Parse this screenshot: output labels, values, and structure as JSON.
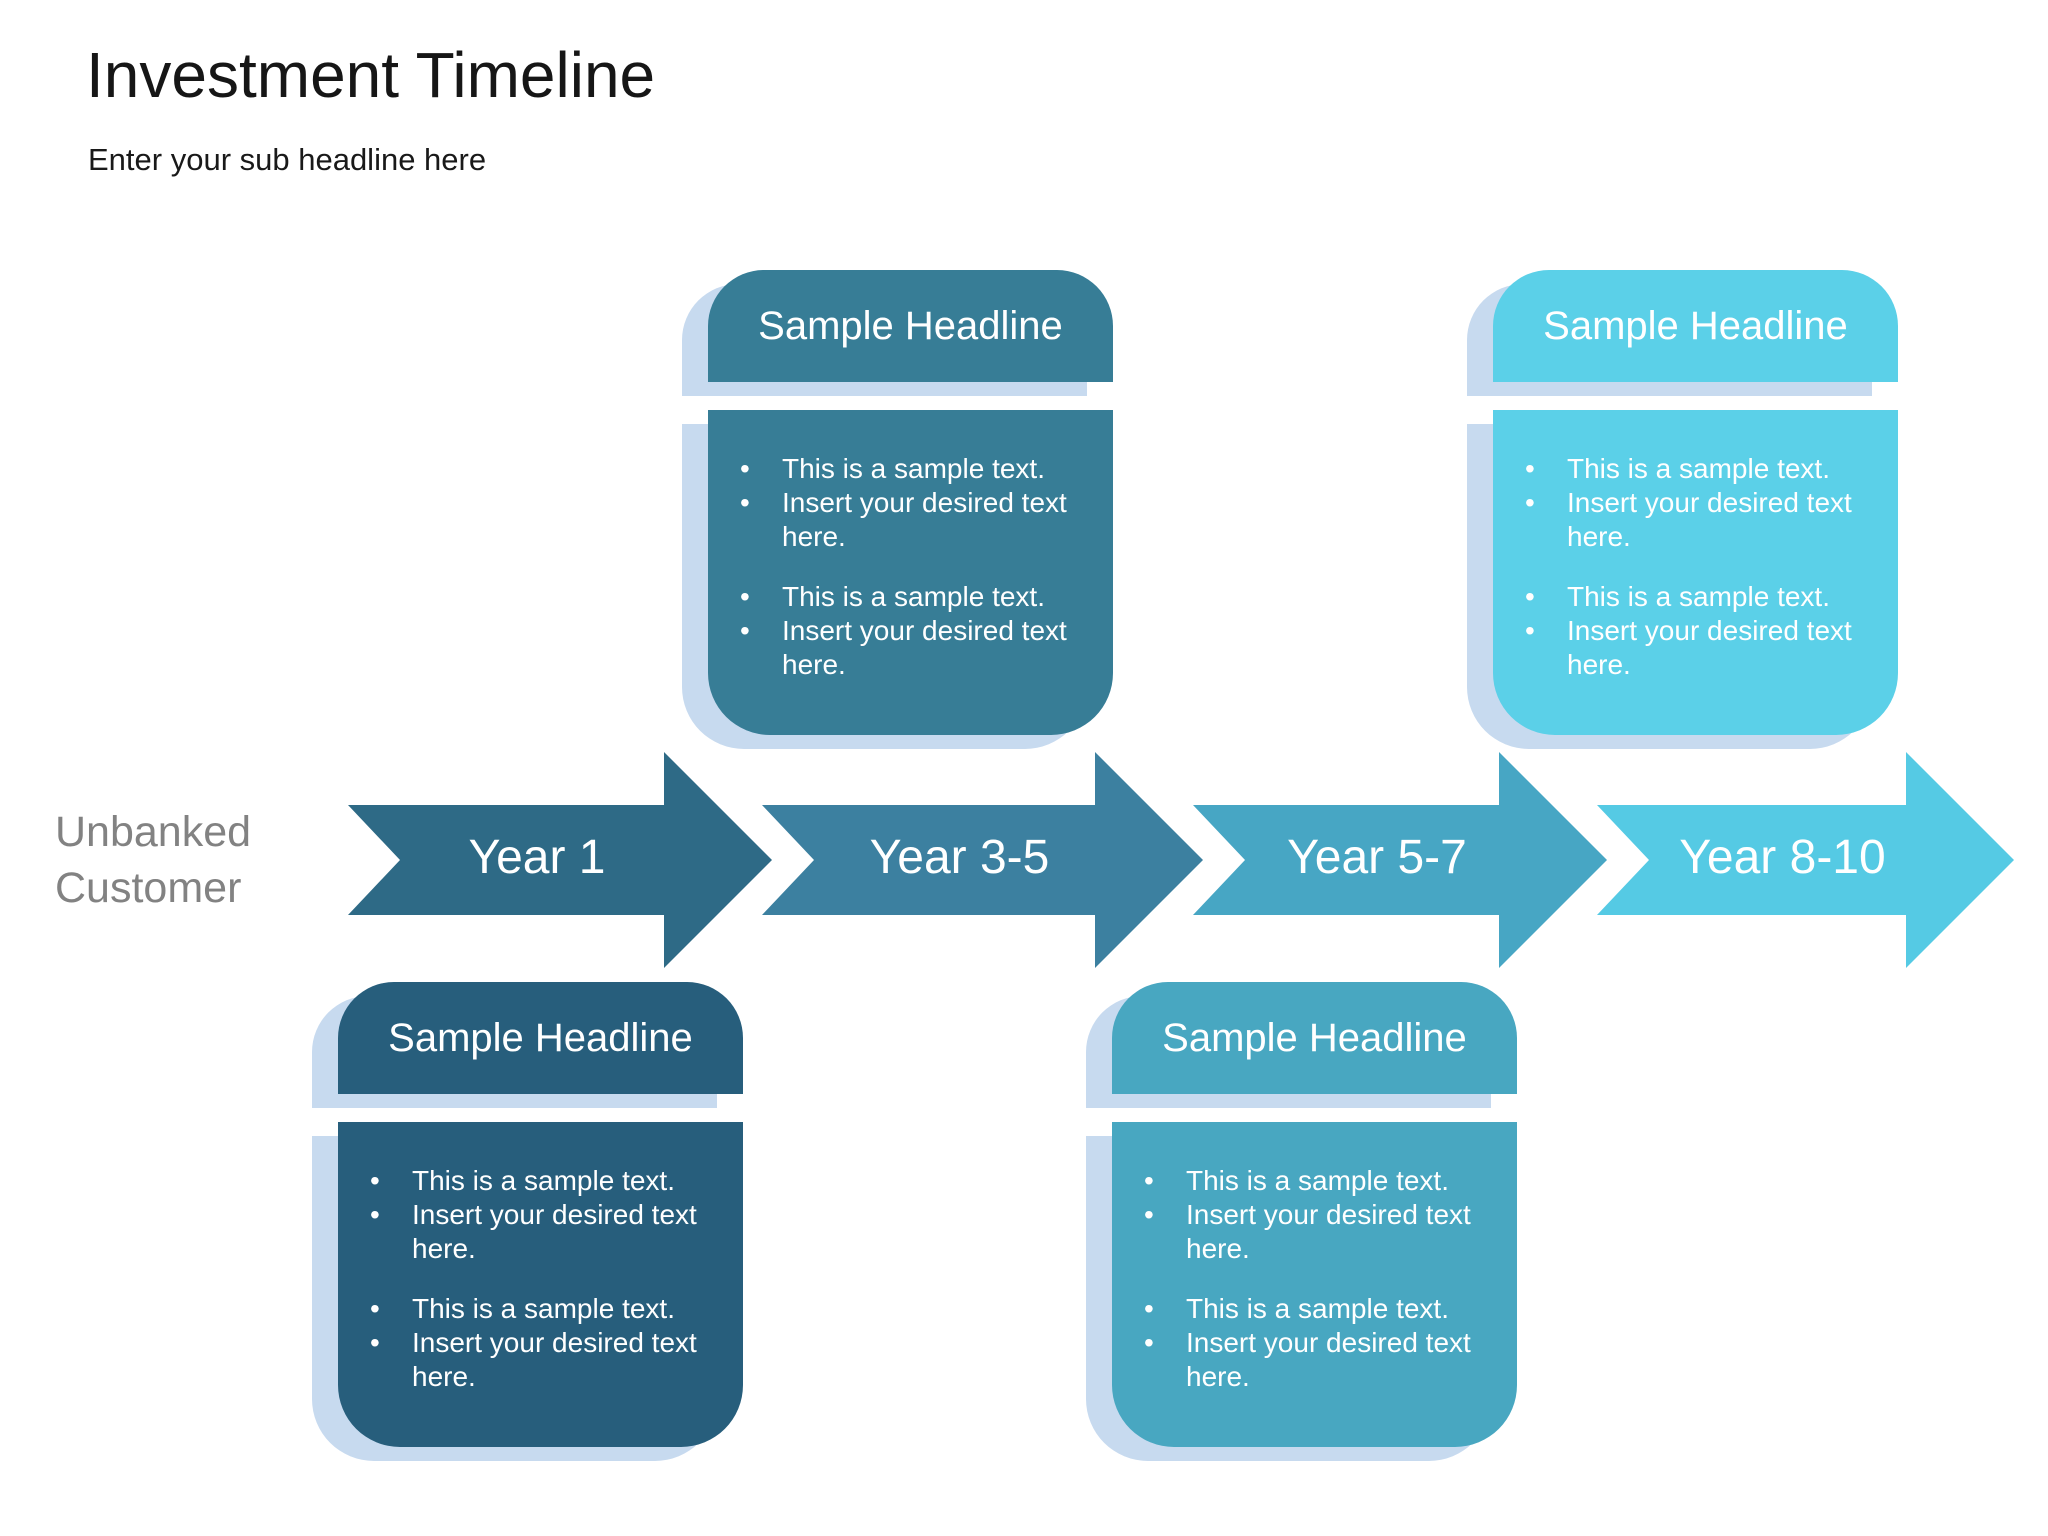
{
  "header": {
    "title": "Investment Timeline",
    "subtitle": "Enter your sub headline here"
  },
  "shadow_color": "#C7DAEF",
  "timeline": {
    "start_label_lines": [
      "Unbanked",
      "Customer"
    ],
    "segments": [
      {
        "label": "Year 1",
        "color": "#2E6A86"
      },
      {
        "label": "Year 3-5",
        "color": "#3C80A0"
      },
      {
        "label": "Year 5-7",
        "color": "#47A6C4"
      },
      {
        "label": "Year 8-10",
        "color": "#55CAE4"
      }
    ]
  },
  "boxes": [
    {
      "headline": "Sample Headline",
      "color": "#275E7C",
      "position": "below-year-1",
      "bullets": [
        "This is a sample text.",
        "Insert your desired text here.",
        "This is a sample text.",
        "Insert your desired text here."
      ]
    },
    {
      "headline": "Sample Headline",
      "color": "#377D96",
      "position": "above-year-3-5",
      "bullets": [
        "This is a sample text.",
        "Insert your desired text here.",
        "This is a sample text.",
        "Insert your desired text here."
      ]
    },
    {
      "headline": "Sample Headline",
      "color": "#48A7C1",
      "position": "below-year-5-7",
      "bullets": [
        "This is a sample text.",
        "Insert your desired text here.",
        "This is a sample text.",
        "Insert your desired text here."
      ]
    },
    {
      "headline": "Sample Headline",
      "color": "#5BD0E8",
      "position": "above-year-8-10",
      "bullets": [
        "This is a sample text.",
        "Insert your desired text here.",
        "This is a sample text.",
        "Insert your desired text here."
      ]
    }
  ]
}
